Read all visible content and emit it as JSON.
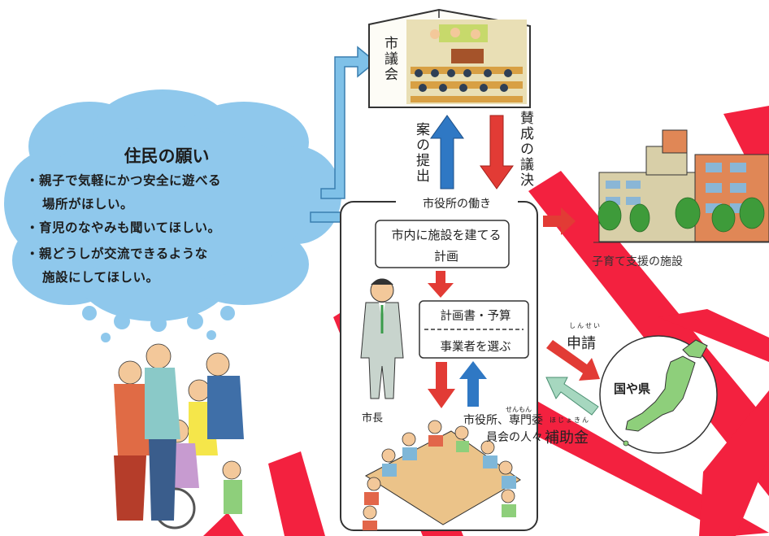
{
  "wish": {
    "title": "住民の願い",
    "items": [
      "・親子で気軽にかつ安全に遊べる",
      "場所がほしい。",
      "・育児のなやみも聞いてほしい。",
      "・親どうしが交流できるような",
      "施設にしてほしい。"
    ]
  },
  "council": {
    "label": "市議会"
  },
  "flows": {
    "proposal": "案の提出",
    "approval": "賛成の議決"
  },
  "city_office": {
    "title": "市役所の働き",
    "plan": "市内に施設を建てる計画",
    "plan_doc": "計画書・予算",
    "select_contractor": "事業者を選ぶ",
    "mayor": "市長",
    "experts": "市役所、専門委員会の人々",
    "expert_ruby": "せんもん"
  },
  "facility": {
    "label": "子育て支援の施設"
  },
  "national": {
    "apply": "申請",
    "apply_ruby": "しんせい",
    "subsidy": "補助金",
    "subsidy_ruby": "ほじょきん",
    "country": "国や県"
  },
  "colors": {
    "cloud": "#8fc8ec",
    "blue_arrow": "#7fc1e8",
    "red_arrow": "#e23b35",
    "dark_blue_arrow": "#2f78c4",
    "green_arrow": "#a6d7bf",
    "stripe": "#f3213f"
  }
}
